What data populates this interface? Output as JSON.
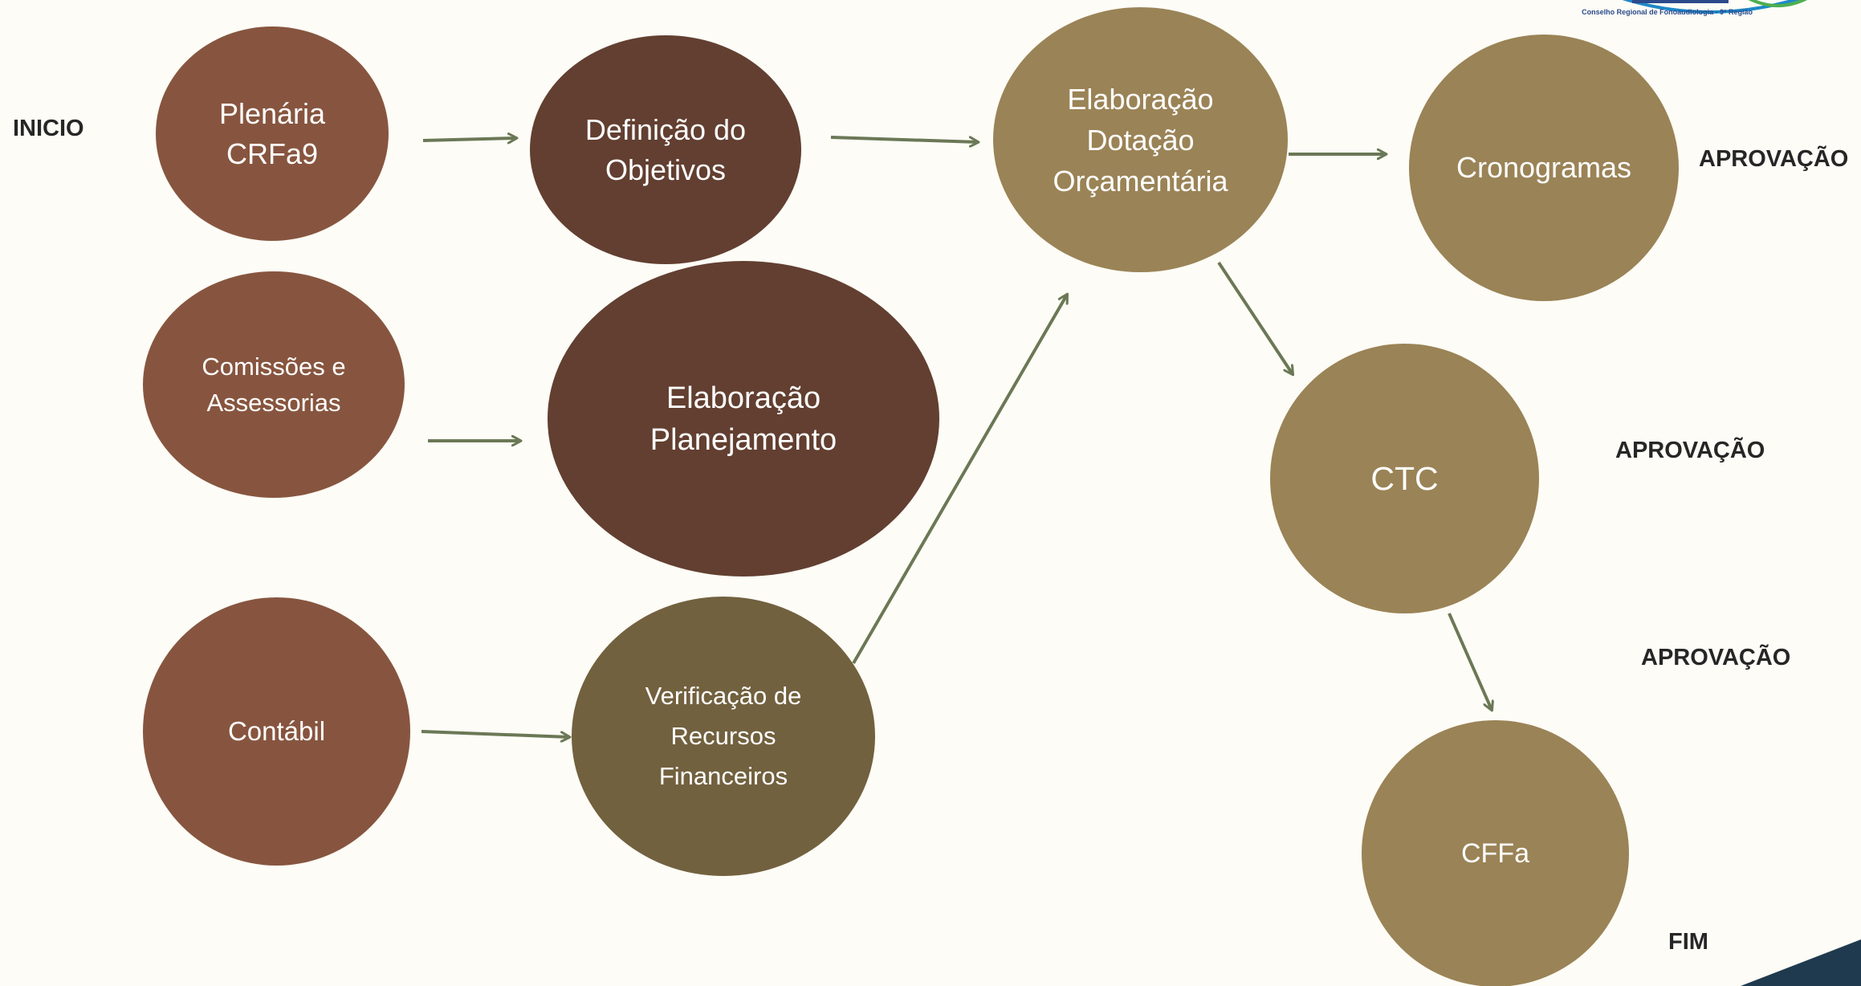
{
  "diagram": {
    "nodes": [
      {
        "id": "plenaria",
        "text": "Plenária\nCRFa9",
        "color": "#87553f"
      },
      {
        "id": "definicao",
        "text": "Definição do\nObjetivos",
        "color": "#623f31"
      },
      {
        "id": "comissoes",
        "text": "Comissões e\nAssessorias",
        "color": "#87553f"
      },
      {
        "id": "planejamento",
        "text": "Elaboração\nPlanejamento",
        "color": "#623f31"
      },
      {
        "id": "contabil",
        "text": "Contábil",
        "color": "#87553f"
      },
      {
        "id": "verificacao",
        "text": "Verificação de\nRecursos\nFinanceiros",
        "color": "#72613f"
      },
      {
        "id": "dotacao",
        "text": "Elaboração\nDotação\nOrçamentária",
        "color": "#9a8356"
      },
      {
        "id": "cronogramas",
        "text": "Cronogramas",
        "color": "#9a8356"
      },
      {
        "id": "ctc",
        "text": "CTC",
        "color": "#9a8356"
      },
      {
        "id": "cffa",
        "text": "CFFa",
        "color": "#9a8356"
      }
    ],
    "edges": [
      {
        "from": "plenaria",
        "to": "definicao"
      },
      {
        "from": "definicao",
        "to": "dotacao"
      },
      {
        "from": "comissoes",
        "to": "planejamento"
      },
      {
        "from": "contabil",
        "to": "verificacao"
      },
      {
        "from": "verificacao",
        "to": "dotacao"
      },
      {
        "from": "dotacao",
        "to": "cronogramas"
      },
      {
        "from": "dotacao",
        "to": "ctc"
      },
      {
        "from": "ctc",
        "to": "cffa"
      }
    ],
    "labels": {
      "inicio": "INICIO",
      "aprovacao_1": "APROVAÇÃO",
      "aprovacao_2": "APROVAÇÃO",
      "aprovacao_3": "APROVAÇÃO",
      "fim": "FIM"
    },
    "arrow_color": "#6b7856"
  },
  "logo": {
    "subtitle": "Conselho Regional de Fonoaudiologia - 9ª Região",
    "brand_color": "#2b4a8b",
    "accent_color": "#4caf50"
  },
  "theme": {
    "background": "#fdfcf6",
    "corner_color": "#1f3a4e"
  }
}
